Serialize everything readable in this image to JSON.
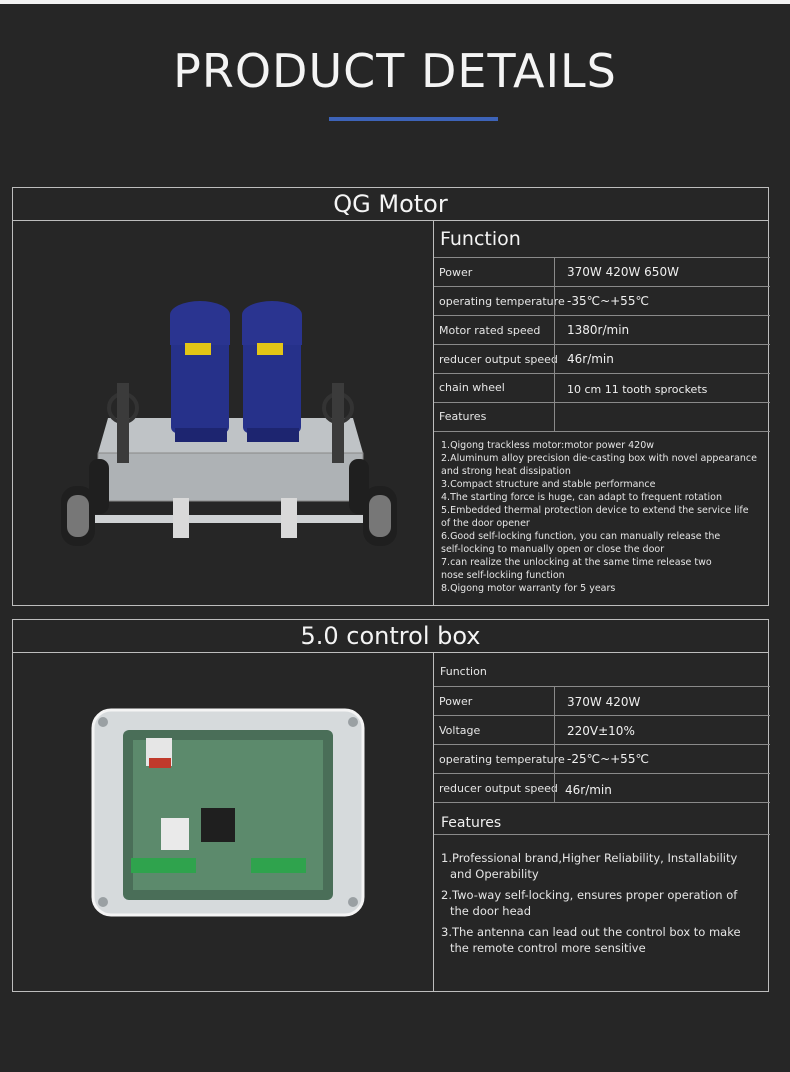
{
  "page_title": "PRODUCT DETAILS",
  "motor": {
    "title": "QG Motor",
    "function_label": "Function",
    "specs": [
      {
        "label": "Power",
        "value": "370W 420W 650W"
      },
      {
        "label": "operating temperature",
        "value": "-35℃~+55℃"
      },
      {
        "label": "Motor rated speed",
        "value": "1380r/min"
      },
      {
        "label": "reducer output speed",
        "value": "46r/min"
      },
      {
        "label": "chain wheel",
        "value": "10 cm 11 tooth sprockets"
      },
      {
        "label": "Features",
        "value": ""
      }
    ],
    "features": [
      "1.Qigong trackless motor:motor power 420w",
      "2.Aluminum alloy precision die-casting box with novel appearance",
      "and strong heat dissipation",
      "3.Compact structure and stable performance",
      "4.The starting force is huge, can adapt to frequent rotation",
      "5.Embedded thermal protection device to extend the service life",
      "of the door opener",
      "6.Good self-locking function, you can manually release the",
      "self-locking to manually open or close the door",
      "7.can realize the unlocking at the same time release two",
      "nose self-lockiing function",
      "8.Qigong motor warranty for 5 years"
    ]
  },
  "control_box": {
    "title": "5.0 control box",
    "function_label": "Function",
    "specs": [
      {
        "label": "Power",
        "value": "370W 420W"
      },
      {
        "label": "Voltage",
        "value": "220V±10%"
      },
      {
        "label": "operating temperature",
        "value": "-25℃~+55℃"
      },
      {
        "label": "reducer output speed",
        "value": "46r/min"
      }
    ],
    "features_label": "Features",
    "features": [
      "1.Professional brand,Higher Reliability, Installability and Operability",
      "2.Two-way self-locking, ensures proper operation of the door head",
      "3.The antenna can lead out the control box to make the remote control more sensitive"
    ]
  }
}
